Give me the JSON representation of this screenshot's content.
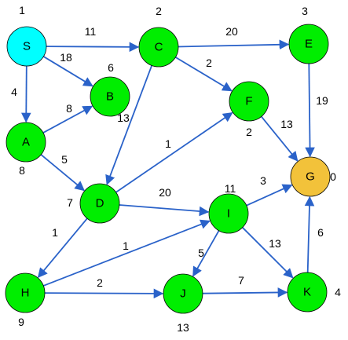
{
  "colors": {
    "source": "#00ffff",
    "node": "#00ee00",
    "target": "#f2c23a",
    "edge": "#2a62c9",
    "text": "#000000"
  },
  "nodes": [
    {
      "id": "S",
      "label": "S",
      "value": "1",
      "role": "source"
    },
    {
      "id": "C",
      "label": "C",
      "value": "2",
      "role": "node"
    },
    {
      "id": "E",
      "label": "E",
      "value": "3",
      "role": "node"
    },
    {
      "id": "B",
      "label": "B",
      "value": "6",
      "role": "node"
    },
    {
      "id": "F",
      "label": "F",
      "value": "2",
      "role": "node"
    },
    {
      "id": "A",
      "label": "A",
      "value": "8",
      "role": "node"
    },
    {
      "id": "G",
      "label": "G",
      "value": "0",
      "role": "target"
    },
    {
      "id": "D",
      "label": "D",
      "value": "7",
      "role": "node"
    },
    {
      "id": "I",
      "label": "I",
      "value": "11",
      "role": "node"
    },
    {
      "id": "H",
      "label": "H",
      "value": "9",
      "role": "node"
    },
    {
      "id": "J",
      "label": "J",
      "value": "13",
      "role": "node"
    },
    {
      "id": "K",
      "label": "K",
      "value": "4",
      "role": "node"
    }
  ],
  "extra_labels": [
    {
      "id": "B-extra",
      "text": "13"
    }
  ],
  "edges": [
    {
      "from": "S",
      "to": "C",
      "weight": "11"
    },
    {
      "from": "S",
      "to": "B",
      "weight": "18"
    },
    {
      "from": "S",
      "to": "A",
      "weight": "4"
    },
    {
      "from": "A",
      "to": "B",
      "weight": "8"
    },
    {
      "from": "A",
      "to": "D",
      "weight": "5"
    },
    {
      "from": "C",
      "to": "E",
      "weight": "20"
    },
    {
      "from": "C",
      "to": "F",
      "weight": "2"
    },
    {
      "from": "C",
      "to": "D",
      "weight": ""
    },
    {
      "from": "E",
      "to": "G",
      "weight": "19"
    },
    {
      "from": "F",
      "to": "G",
      "weight": "13"
    },
    {
      "from": "D",
      "to": "F",
      "weight": "1"
    },
    {
      "from": "D",
      "to": "I",
      "weight": "20"
    },
    {
      "from": "D",
      "to": "H",
      "weight": "1"
    },
    {
      "from": "H",
      "to": "I",
      "weight": "1"
    },
    {
      "from": "H",
      "to": "J",
      "weight": "2"
    },
    {
      "from": "I",
      "to": "G",
      "weight": "3"
    },
    {
      "from": "I",
      "to": "J",
      "weight": "5"
    },
    {
      "from": "I",
      "to": "K",
      "weight": "13"
    },
    {
      "from": "J",
      "to": "K",
      "weight": "7"
    },
    {
      "from": "K",
      "to": "G",
      "weight": "6"
    }
  ]
}
